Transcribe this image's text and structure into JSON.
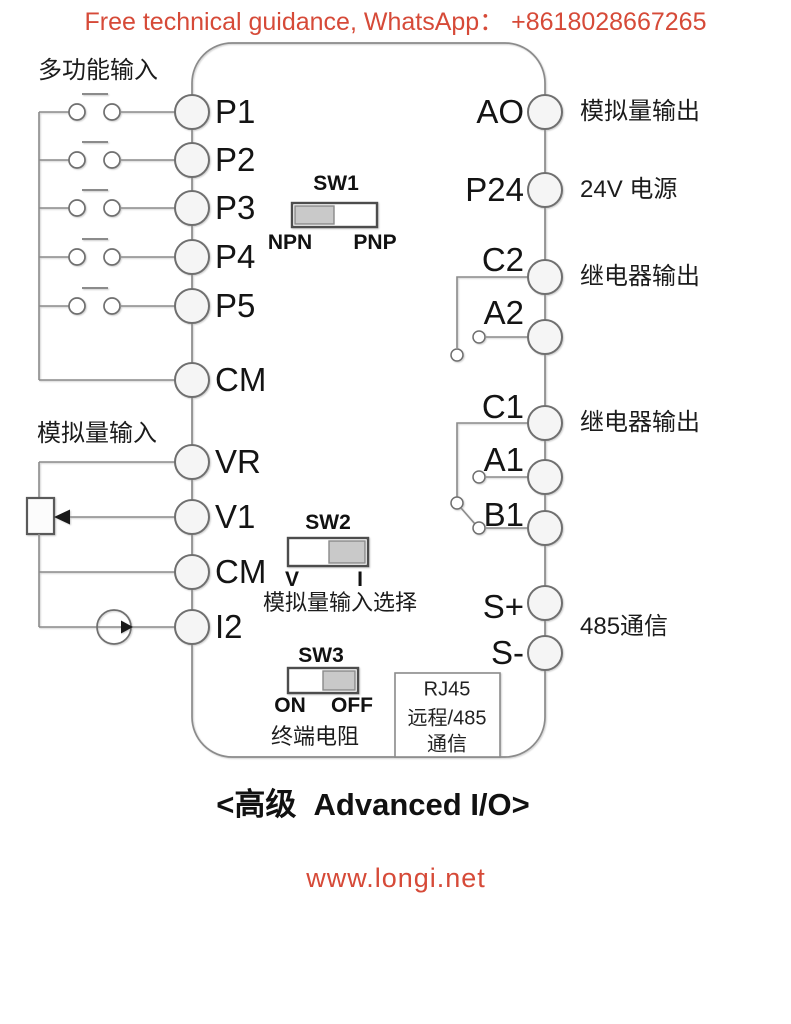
{
  "header": {
    "promo": "Free technical guidance, WhatsApp： +8618028667265"
  },
  "sections": {
    "multi_function_input": "多功能输入",
    "analog_input": "模拟量输入",
    "analog_output": "模拟量输出",
    "power_24v": "24V 电源",
    "relay_output_1": "继电器输出",
    "relay_output_2": "继电器输出",
    "comm_485": "485通信"
  },
  "terminals": {
    "left": [
      "P1",
      "P2",
      "P3",
      "P4",
      "P5",
      "CM",
      "VR",
      "V1",
      "CM",
      "I2"
    ],
    "right": [
      "AO",
      "P24",
      "C2",
      "A2",
      "C1",
      "A1",
      "B1",
      "S+",
      "S-"
    ]
  },
  "switches": {
    "sw1": {
      "title": "SW1",
      "left_label": "NPN",
      "right_label": "PNP",
      "selected": "NPN"
    },
    "sw2": {
      "title": "SW2",
      "left_label": "V",
      "right_label": "I",
      "selected": "I",
      "caption": "模拟量输入选择"
    },
    "sw3": {
      "title": "SW3",
      "left_label": "ON",
      "right_label": "OFF",
      "selected": "OFF",
      "caption": "终端电阻"
    }
  },
  "rj45": {
    "line1": "RJ45",
    "line2": "远程/485",
    "line3": "通信"
  },
  "footer": {
    "title": "<高级  Advanced I/O>",
    "website": "www.longi.net"
  },
  "colors": {
    "accent_red": "#d64a38",
    "line_gray": "#8b8b8b",
    "terminal_fill": "#f5f5f5",
    "switch_gray": "#c9c9c9"
  }
}
